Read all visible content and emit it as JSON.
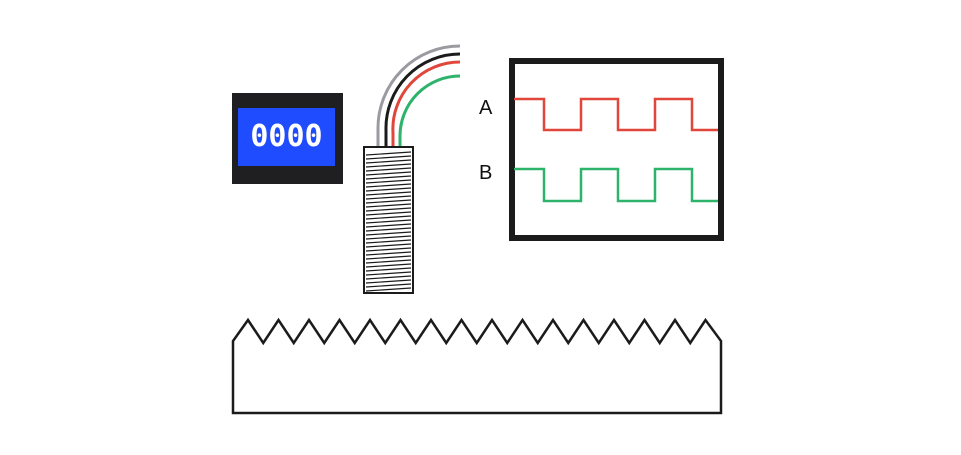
{
  "counter": {
    "value": "0000"
  },
  "oscilloscope": {
    "channels": [
      {
        "label": "A",
        "color": "#e0463a"
      },
      {
        "label": "B",
        "color": "#2db36a"
      }
    ]
  },
  "cable": {
    "wire_colors": [
      "#9a9aa0",
      "#1b1b1b",
      "#e0463a",
      "#2db36a"
    ]
  },
  "colors": {
    "screen": "#1f4cff",
    "bezel": "#1f1f22",
    "outline": "#1b1b1b"
  },
  "icons": {
    "sensor": "proximity-sensor-icon",
    "rack": "gear-rack-icon"
  }
}
